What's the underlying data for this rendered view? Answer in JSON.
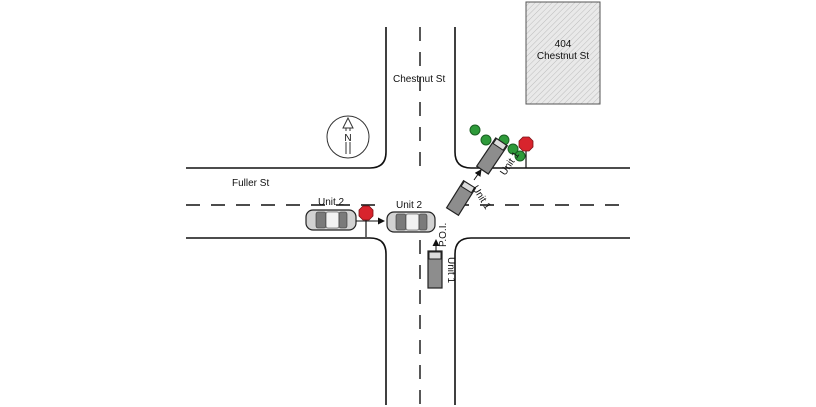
{
  "streets": {
    "north_south": "Chestnut St",
    "east_west": "Fuller St"
  },
  "building": {
    "number": "404",
    "street": "Chestnut St"
  },
  "compass": {
    "letter": "N"
  },
  "labels": {
    "unit1_final": "Unit 1",
    "unit1_mid": "Unit 1",
    "unit1_start": "Unit 1",
    "unit2_start": "Unit 2",
    "unit2_mid": "Unit 2",
    "poi": "P.O.I."
  },
  "colors": {
    "tree": "#2e9a3a",
    "stop_sign": "#d8242d",
    "building_hatch": "#cfcfcf"
  },
  "icons": [
    "stop-sign-icon",
    "tree-icon",
    "north-arrow-icon",
    "truck-icon",
    "car-icon"
  ]
}
